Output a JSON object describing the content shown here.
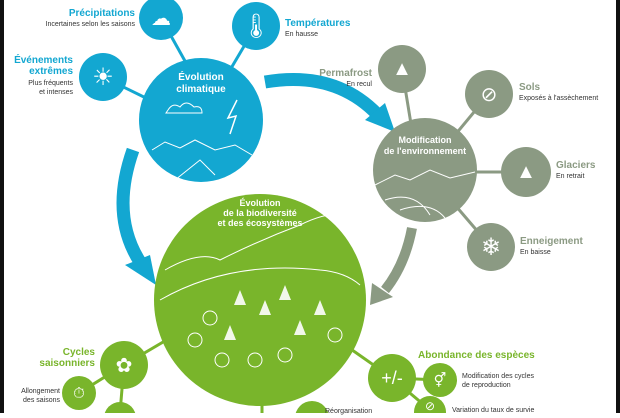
{
  "colors": {
    "climate": "#13a7d1",
    "environment": "#8b9a83",
    "biodiversity": "#79b52b"
  },
  "climate": {
    "title": "Évolution climatique",
    "title_line1": "Évolution",
    "title_line2": "climatique",
    "items": [
      {
        "label": "Précipitations",
        "desc": "Incertaines selon les saisons",
        "icon": "rain-cloud-icon"
      },
      {
        "label": "Températures",
        "desc": "En hausse",
        "icon": "thermometer-icon"
      },
      {
        "label_line1": "Événements",
        "label_line2": "extrêmes",
        "desc_line1": "Plus fréquents",
        "desc_line2": "et intenses",
        "icon": "sun-icon"
      }
    ]
  },
  "environment": {
    "title_line1": "Modification",
    "title_line2": "de l'environnement",
    "items": [
      {
        "label": "Permafrost",
        "desc": "En recul",
        "icon": "mountain-rockfall-icon"
      },
      {
        "label": "Sols",
        "desc": "Exposés à l'assèchement",
        "icon": "no-water-drop-icon"
      },
      {
        "label": "Glaciers",
        "desc": "En retrait",
        "icon": "glacier-mountain-icon"
      },
      {
        "label": "Enneigement",
        "desc": "En baisse",
        "icon": "snowflake-icon"
      }
    ]
  },
  "biodiversity": {
    "title_line1": "Évolution",
    "title_line2": "de la biodiversité",
    "title_line3": "et des écosystèmes",
    "cycles": {
      "label_line1": "Cycles",
      "label_line2": "saisonniers",
      "icon": "seasonal-cycle-flower-icon",
      "sub": [
        {
          "label_line1": "Allongement",
          "label_line2": "des saisons",
          "icon": "stopwatch-icon"
        }
      ]
    },
    "abundance": {
      "label": "Abondance des espèces",
      "icon": "plus-minus-icon",
      "sub": [
        {
          "label_line1": "Modification des cycles",
          "label_line2": "de reproduction",
          "icon": "gender-icon"
        },
        {
          "label": "Variation du taux de survie",
          "icon": "animal-survival-icon"
        }
      ]
    },
    "reorganisation": {
      "label": "Réorganisation"
    }
  }
}
